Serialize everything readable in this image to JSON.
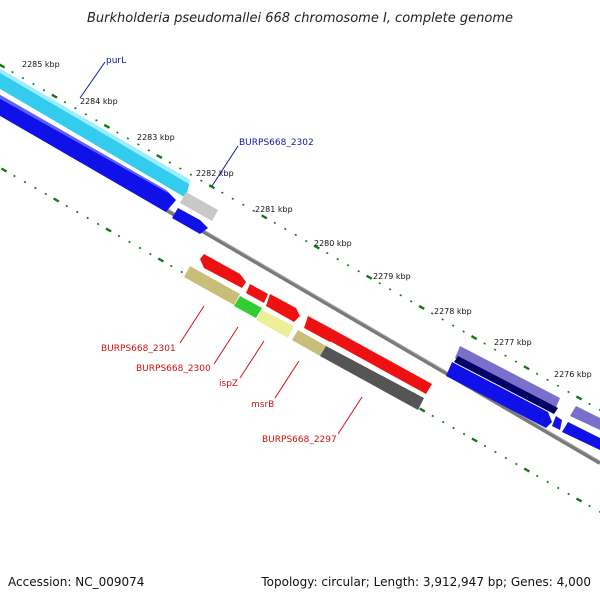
{
  "title": "Burkholderia pseudomallei 668 chromosome I, complete genome",
  "footer": {
    "accession": "Accession: NC_009074",
    "topology": "Topology: circular; Length: 3,912,947 bp; Genes: 4,000"
  },
  "ticks": [
    "2285 kbp",
    "2284 kbp",
    "2283 kbp",
    "2282 kbp",
    "2281 kbp",
    "2280 kbp",
    "2279 kbp",
    "2278 kbp",
    "2277 kbp",
    "2276 kbp"
  ],
  "labels_top": [
    "purL",
    "BURPS668_2302"
  ],
  "labels_bottom": [
    "BURPS668_2301",
    "BURPS668_2300",
    "ispZ",
    "msrB",
    "BURPS668_2297"
  ],
  "colors": {
    "light_blue": "#33ccee",
    "blue": "#1010e8",
    "gray": "#c8c8c8",
    "red": "#ee1111",
    "olive": "#c8be7a",
    "green": "#33cc33",
    "pale_yellow": "#eeee99",
    "dark_gray": "#555555",
    "purple": "#7a70cc",
    "navy": "#000066",
    "backbone": "#777777",
    "tick_green": "#117711"
  }
}
